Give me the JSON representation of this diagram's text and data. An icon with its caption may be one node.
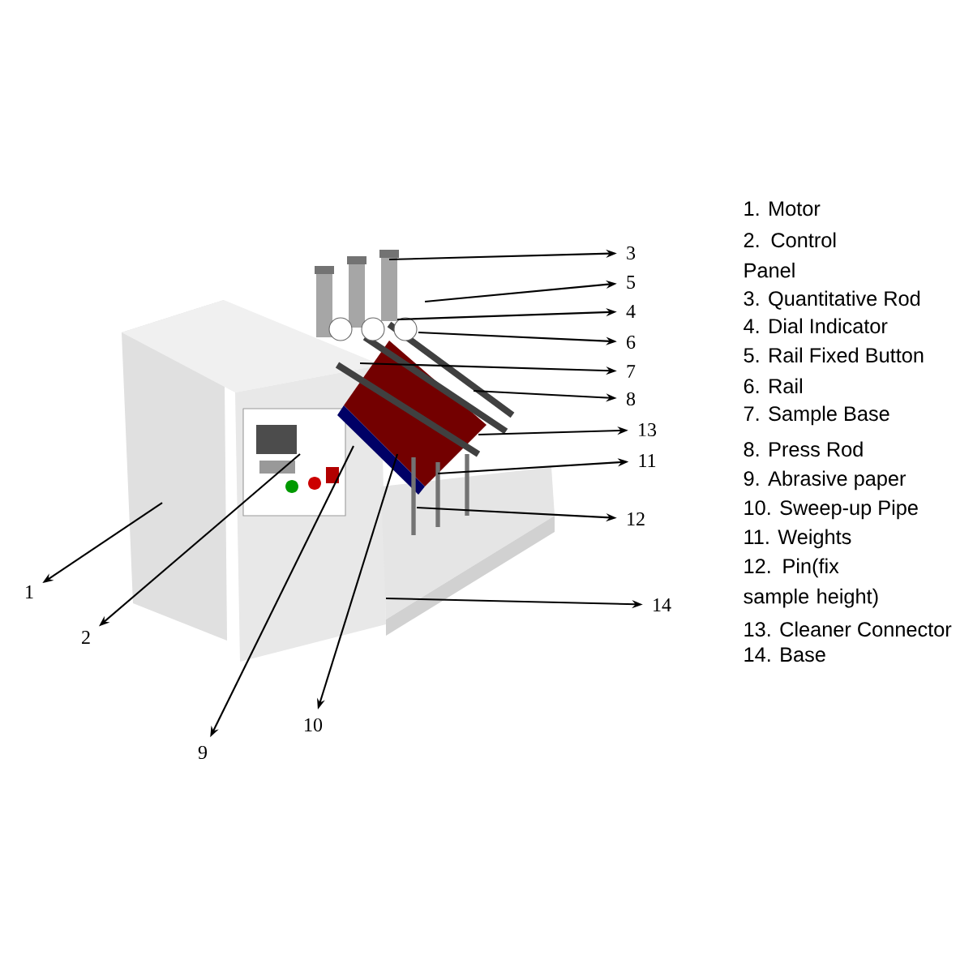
{
  "diagram": {
    "nodes": [
      {
        "text": [
          "3"
        ]
      },
      {
        "text": [
          "5"
        ]
      },
      {
        "text": [
          "4"
        ]
      },
      {
        "text": [
          "6"
        ]
      },
      {
        "text": [
          "7"
        ]
      },
      {
        "text": [
          "8"
        ]
      },
      {
        "text": [
          "13"
        ]
      },
      {
        "text": [
          "11"
        ]
      },
      {
        "text": [
          "12"
        ]
      },
      {
        "text": [
          "1"
        ]
      },
      {
        "text": [
          "14"
        ]
      },
      {
        "text": [
          "2"
        ]
      },
      {
        "text": [
          "10"
        ]
      },
      {
        "text": [
          "9"
        ]
      }
    ],
    "edges": [
      {
        "from": null,
        "to": 0,
        "arrow": "to"
      },
      {
        "from": null,
        "to": 1,
        "arrow": "to"
      },
      {
        "from": null,
        "to": 2,
        "arrow": "to"
      },
      {
        "from": null,
        "to": 3,
        "arrow": "to"
      },
      {
        "from": null,
        "to": 4,
        "arrow": "to"
      },
      {
        "from": null,
        "to": 5,
        "arrow": "to"
      },
      {
        "from": null,
        "to": 6,
        "arrow": "to"
      },
      {
        "from": null,
        "to": 7,
        "arrow": "to"
      },
      {
        "from": null,
        "to": 8,
        "arrow": "to"
      },
      {
        "from": null,
        "to": 9,
        "arrow": "to"
      },
      {
        "from": null,
        "to": 10,
        "arrow": "to"
      },
      {
        "from": null,
        "to": 11,
        "arrow": "to"
      },
      {
        "from": null,
        "to": 12,
        "arrow": "to"
      },
      {
        "from": null,
        "to": 13,
        "arrow": "to"
      }
    ],
    "labels": [
      "1. Motor",
      "2. Control Panel",
      "3. Quantitative Rod",
      "4. Dial Indicator",
      "5. Rail Fixed Button",
      "6. Rail",
      "7. Sample Base",
      "8. Press Rod",
      "9. Abrasive paper",
      "10. Sweep-up Pipe",
      "11. Weights",
      "12. Pin(fix sample height)",
      "13. Cleaner Connector",
      "14. Base"
    ]
  }
}
